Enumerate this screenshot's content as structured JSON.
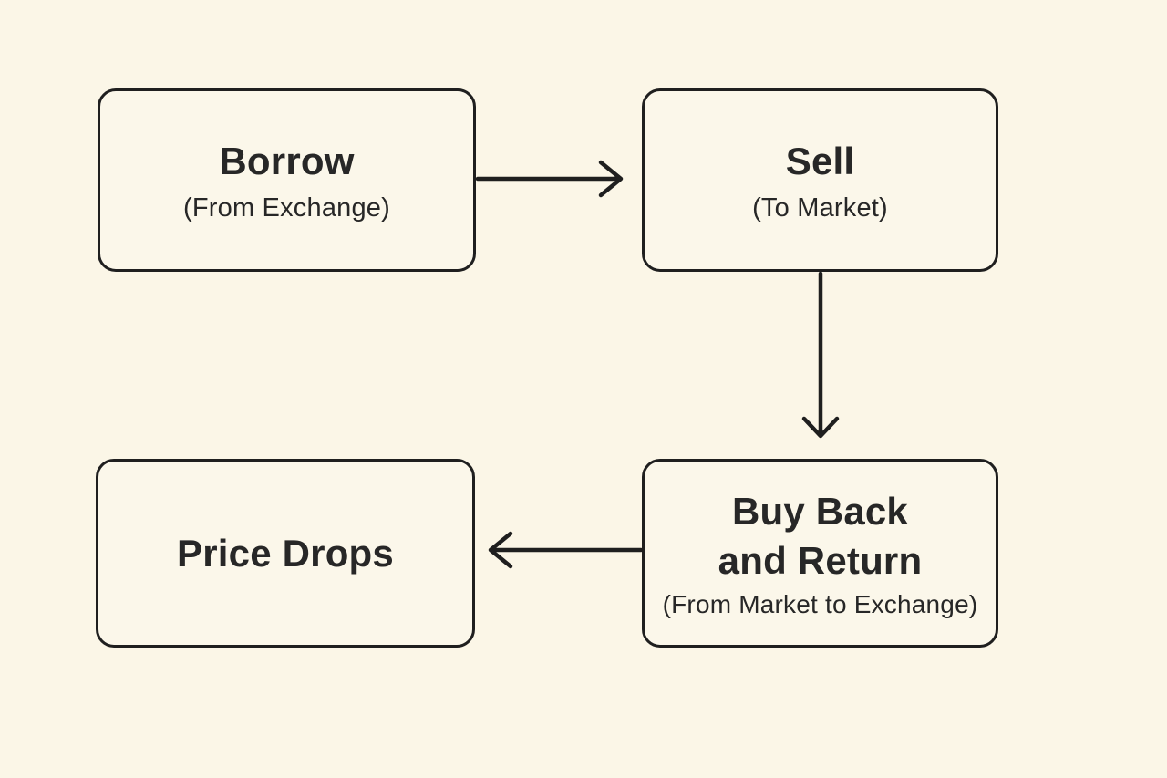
{
  "colors": {
    "background": "#FBF6E7",
    "box_fill": "#FBF7EA",
    "line": "#1F1F1F",
    "text": "#272727"
  },
  "nodes": {
    "borrow": {
      "title": "Borrow",
      "subtitle": "(From Exchange)"
    },
    "sell": {
      "title": "Sell",
      "subtitle": "(To Market)"
    },
    "buy_back": {
      "title": "Buy Back\nand Return",
      "subtitle": "(From Market to Exchange)"
    },
    "price_drops": {
      "title": "Price Drops"
    }
  }
}
